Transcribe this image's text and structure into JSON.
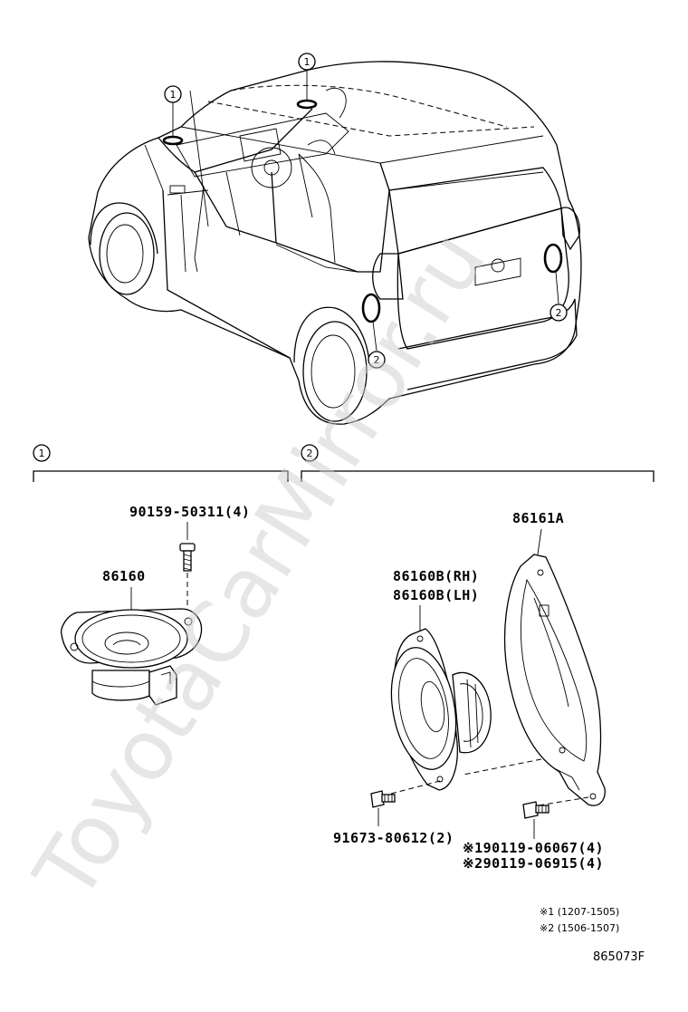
{
  "watermark": "ToyotaCarMirror.ru",
  "callouts": {
    "one": "1",
    "two": "2"
  },
  "group1": {
    "marker": "1",
    "screw_part": "90159-50311(4)",
    "speaker_part": "86160"
  },
  "group2": {
    "marker": "2",
    "bracket_part": "86161A",
    "speaker_part_rh": "86160B(RH)",
    "speaker_part_lh": "86160B(LH)",
    "screw_part": "91673-80612(2)",
    "bolt_part_1": "※190119-06067(4)",
    "bolt_part_2": "※290119-06915(4)"
  },
  "notes": {
    "note1": "※1 (1207-1505)",
    "note2": "※2 (1506-1507)"
  },
  "diagram_code": "865073F"
}
